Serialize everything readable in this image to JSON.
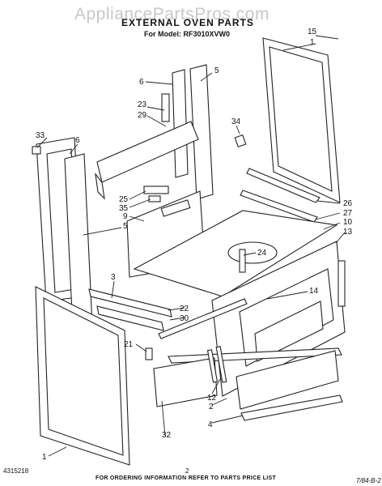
{
  "watermark": "AppliancePartsPros.com",
  "header": {
    "title": "EXTERNAL OVEN PARTS",
    "model_line": "For Model: RF3010XVW0"
  },
  "callouts": [
    "15",
    "1",
    "6",
    "5",
    "23",
    "29",
    "34",
    "33",
    "6",
    "25",
    "35",
    "9",
    "5",
    "26",
    "27",
    "10",
    "13",
    "24",
    "3",
    "14",
    "22",
    "30",
    "21",
    "32",
    "12",
    "2",
    "4",
    "1"
  ],
  "footer": {
    "part_number": "4315218",
    "ordering_note": "FOR ORDERING INFORMATION REFER TO PARTS PRICE LIST",
    "page_number": "2",
    "date_code": "7/84-B-2"
  }
}
